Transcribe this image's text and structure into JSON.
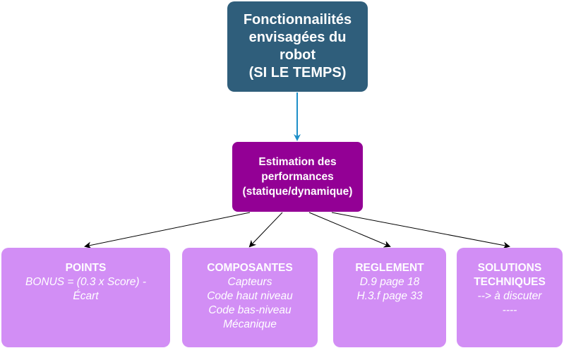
{
  "top_node": {
    "lines": [
      "Fonctionnailités",
      "envisagées du",
      "robot",
      "(SI LE TEMPS)"
    ]
  },
  "mid_node": {
    "lines": [
      "Estimation des",
      "performances",
      "(statique/dynamique)"
    ]
  },
  "leaves": [
    {
      "title": "POINTS",
      "lines": [
        "BONUS = (0.3 x Score) -",
        "Écart"
      ]
    },
    {
      "title": "COMPOSANTES",
      "lines": [
        "Capteurs",
        "Code haut niveau",
        "Code bas-niveau",
        "Mécanique"
      ]
    },
    {
      "title": "REGLEMENT",
      "lines": [
        "D.9 page 18",
        "H.3.f page 33"
      ]
    },
    {
      "title_lines": [
        "SOLUTIONS",
        "TECHNIQUES"
      ],
      "lines": [
        "--> à discuter",
        "----"
      ]
    }
  ],
  "colors": {
    "top_node": "#2f5e7b",
    "mid_node": "#930095",
    "leaf": "#d28ef5",
    "top_arrow": "#1e8fc8",
    "leaf_arrows": "#000000"
  }
}
